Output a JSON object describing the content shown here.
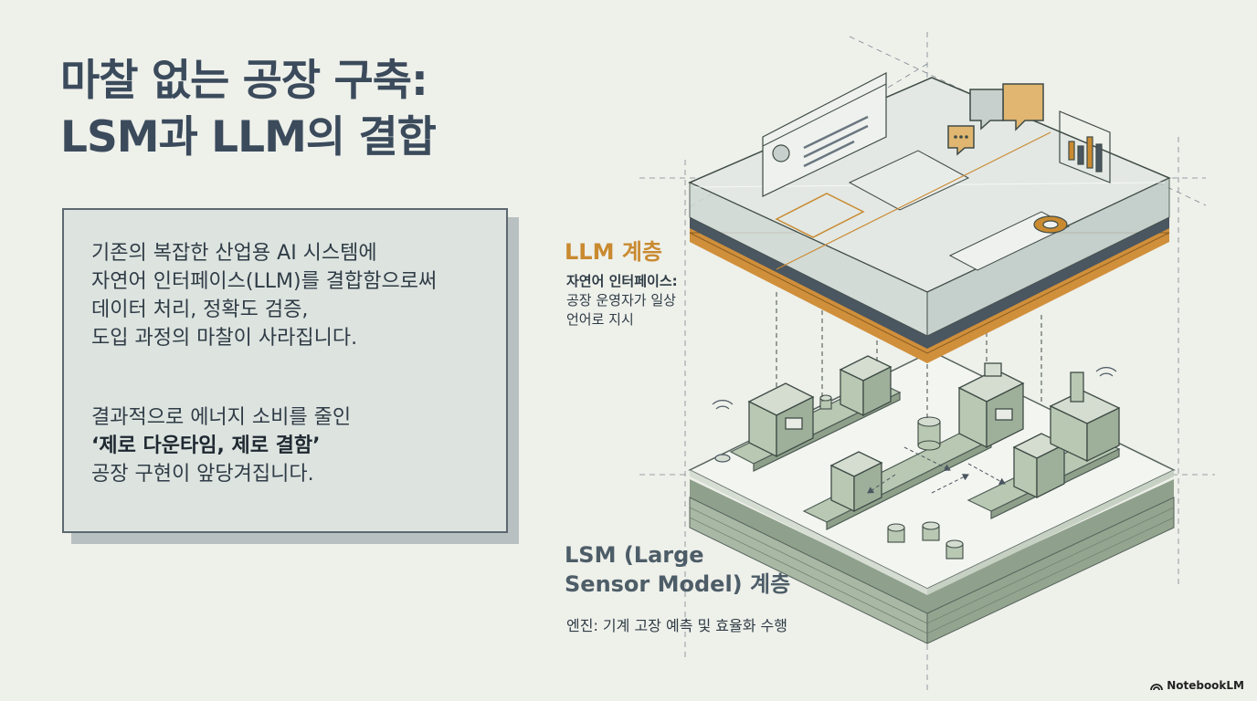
{
  "title": {
    "line1": "마찰 없는 공장 구축:",
    "line2": "LSM과 LLM의 결합"
  },
  "card": {
    "paragraph1": [
      "기존의 복잡한 산업용 AI 시스템에",
      "자연어 인터페이스(LLM)를 결합함으로써",
      "데이터 처리, 정확도 검증,",
      "도입 과정의 마찰이 사라집니다."
    ],
    "paragraph2_line1": "결과적으로 에너지 소비를 줄인",
    "paragraph2_highlight": "‘제로 다운타임, 제로 결함’",
    "paragraph2_line3": "공장 구현이 앞당겨집니다."
  },
  "llm_layer": {
    "title": "LLM 계층",
    "subtitle_bold": "자연어 인터페이스:",
    "subtitle_lines": [
      "공장 운영자가 일상",
      "언어로 지시"
    ]
  },
  "lsm_layer": {
    "title_lines": [
      "LSM (Large",
      "Sensor Model) 계층"
    ],
    "subtitle": "엔진: 기계 고장 예측 및 효율화 수행"
  },
  "brand": "NotebookLM",
  "colors": {
    "accent": "#c98a30",
    "title": "#3b4b5c",
    "lsm": "#4d5d68",
    "panel": "#dde3df",
    "machine": "#b8c8b2"
  }
}
